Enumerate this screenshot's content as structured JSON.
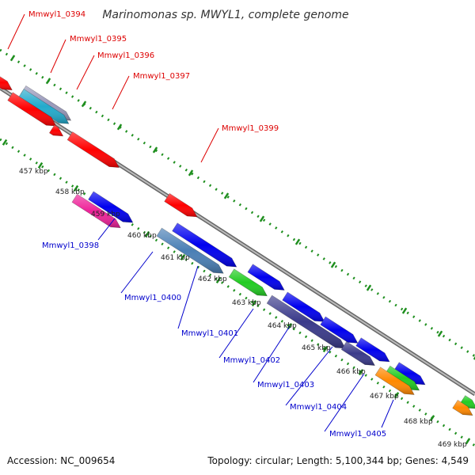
{
  "title": "Marinomonas sp. MWYL1, complete genome",
  "footer": {
    "accession": "Accession: NC_009654",
    "summary": "Topology: circular; Length: 5,100,344 bp; Genes: 4,549"
  },
  "colors": {
    "backbone": "#8a8a8a",
    "tick_dots": "#1f8f1f",
    "tick_marks": "#1f8f1f",
    "label_top": "#dd0000",
    "label_bottom": "#0000cc"
  },
  "ticks": [
    "457 kbp",
    "458 kbp",
    "459 kbp",
    "460 kbp",
    "461 kbp",
    "462 kbp",
    "463 kbp",
    "464 kbp",
    "465 kbp",
    "466 kbp",
    "467 kbp",
    "468 kbp",
    "469 kbp"
  ],
  "labels": {
    "top": [
      "Mmwyl1_0394",
      "Mmwyl1_0395",
      "Mmwyl1_0396",
      "Mmwyl1_0397",
      "Mmwyl1_0399"
    ],
    "bottom": [
      "Mmwyl1_0398",
      "Mmwyl1_0400",
      "Mmwyl1_0401",
      "Mmwyl1_0402",
      "Mmwyl1_0403",
      "Mmwyl1_0404",
      "Mmwyl1_0405"
    ]
  }
}
